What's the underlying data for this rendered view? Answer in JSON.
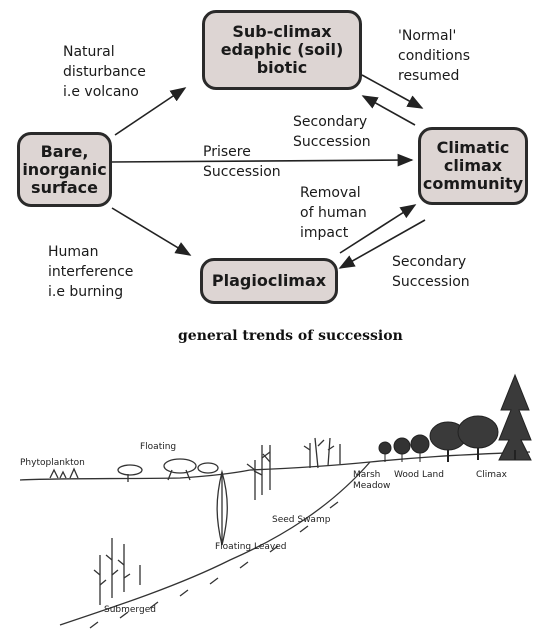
{
  "flow": {
    "nodes": {
      "bare": "Bare,\ninorganic\nsurface",
      "subclimax": "Sub-climax\nedaphic (soil)\nbiotic",
      "climatic": "Climatic\nclimax\ncommunity",
      "plagioclimax": "Plagioclimax"
    },
    "labels": {
      "natural": "Natural\ndisturbance\ni.e volcano",
      "normal": "'Normal'\nconditions\nresumed",
      "secondary1": "Secondary\nSuccession",
      "prisere": "Prisere\nSuccession",
      "removal": "Removal\nof human\nimpact",
      "human": "Human\ninterference\ni.e burning",
      "secondary2": "Secondary\nSuccession"
    },
    "caption": "general trends of succession"
  },
  "stages": {
    "phytoplankton": "Phytoplankton",
    "floating": "Floating",
    "floating_leaved": "Floating Leaved",
    "seed_swamp": "Seed Swamp",
    "marsh_meadow": "Marsh\nMeadow",
    "wood_land": "Wood Land",
    "climax": "Climax",
    "submerged": "Submerged"
  }
}
